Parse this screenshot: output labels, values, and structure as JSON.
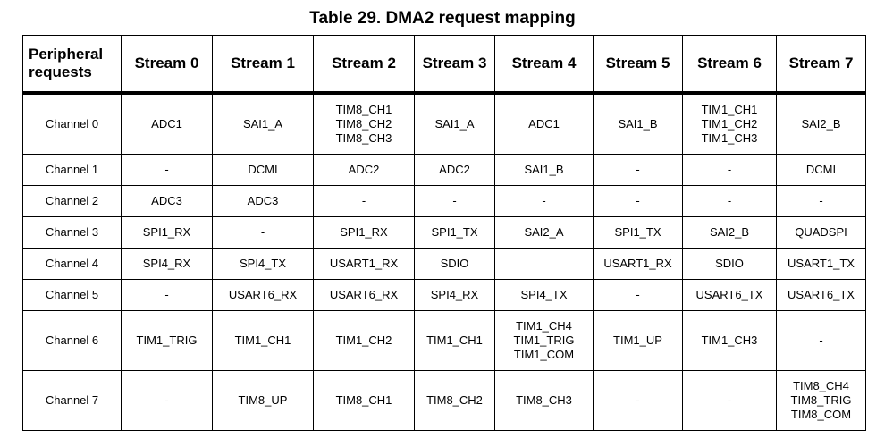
{
  "title": "Table 29. DMA2 request mapping",
  "header": {
    "peripheral": "Peripheral requests",
    "streams": [
      "Stream 0",
      "Stream 1",
      "Stream 2",
      "Stream 3",
      "Stream 4",
      "Stream 5",
      "Stream 6",
      "Stream 7"
    ]
  },
  "rows": [
    {
      "channel": "Channel 0",
      "cells": [
        [
          "ADC1"
        ],
        [
          "SAI1_A"
        ],
        [
          "TIM8_CH1",
          "TIM8_CH2",
          "TIM8_CH3"
        ],
        [
          "SAI1_A"
        ],
        [
          "ADC1"
        ],
        [
          "SAI1_B"
        ],
        [
          "TIM1_CH1",
          "TIM1_CH2",
          "TIM1_CH3"
        ],
        [
          "SAI2_B"
        ]
      ]
    },
    {
      "channel": "Channel 1",
      "cells": [
        [
          "-"
        ],
        [
          "DCMI"
        ],
        [
          "ADC2"
        ],
        [
          "ADC2"
        ],
        [
          "SAI1_B"
        ],
        [
          "-"
        ],
        [
          "-"
        ],
        [
          "DCMI"
        ]
      ]
    },
    {
      "channel": "Channel 2",
      "cells": [
        [
          "ADC3"
        ],
        [
          "ADC3"
        ],
        [
          "-"
        ],
        [
          "-"
        ],
        [
          "-"
        ],
        [
          "-"
        ],
        [
          "-"
        ],
        [
          "-"
        ]
      ]
    },
    {
      "channel": "Channel 3",
      "cells": [
        [
          "SPI1_RX"
        ],
        [
          "-"
        ],
        [
          "SPI1_RX"
        ],
        [
          "SPI1_TX"
        ],
        [
          "SAI2_A"
        ],
        [
          "SPI1_TX"
        ],
        [
          "SAI2_B"
        ],
        [
          "QUADSPI"
        ]
      ]
    },
    {
      "channel": "Channel 4",
      "cells": [
        [
          "SPI4_RX"
        ],
        [
          "SPI4_TX"
        ],
        [
          "USART1_RX"
        ],
        [
          "SDIO"
        ],
        [
          ""
        ],
        [
          "USART1_RX"
        ],
        [
          "SDIO"
        ],
        [
          "USART1_TX"
        ]
      ]
    },
    {
      "channel": "Channel 5",
      "cells": [
        [
          "-"
        ],
        [
          "USART6_RX"
        ],
        [
          "USART6_RX"
        ],
        [
          "SPI4_RX"
        ],
        [
          "SPI4_TX"
        ],
        [
          "-"
        ],
        [
          "USART6_TX"
        ],
        [
          "USART6_TX"
        ]
      ]
    },
    {
      "channel": "Channel 6",
      "cells": [
        [
          "TIM1_TRIG"
        ],
        [
          "TIM1_CH1"
        ],
        [
          "TIM1_CH2"
        ],
        [
          "TIM1_CH1"
        ],
        [
          "TIM1_CH4",
          "TIM1_TRIG",
          "TIM1_COM"
        ],
        [
          "TIM1_UP"
        ],
        [
          "TIM1_CH3"
        ],
        [
          "-"
        ]
      ]
    },
    {
      "channel": "Channel 7",
      "cells": [
        [
          "-"
        ],
        [
          "TIM8_UP"
        ],
        [
          "TIM8_CH1"
        ],
        [
          "TIM8_CH2"
        ],
        [
          "TIM8_CH3"
        ],
        [
          "-"
        ],
        [
          "-"
        ],
        [
          "TIM8_CH4",
          "TIM8_TRIG",
          "TIM8_COM"
        ]
      ]
    }
  ]
}
